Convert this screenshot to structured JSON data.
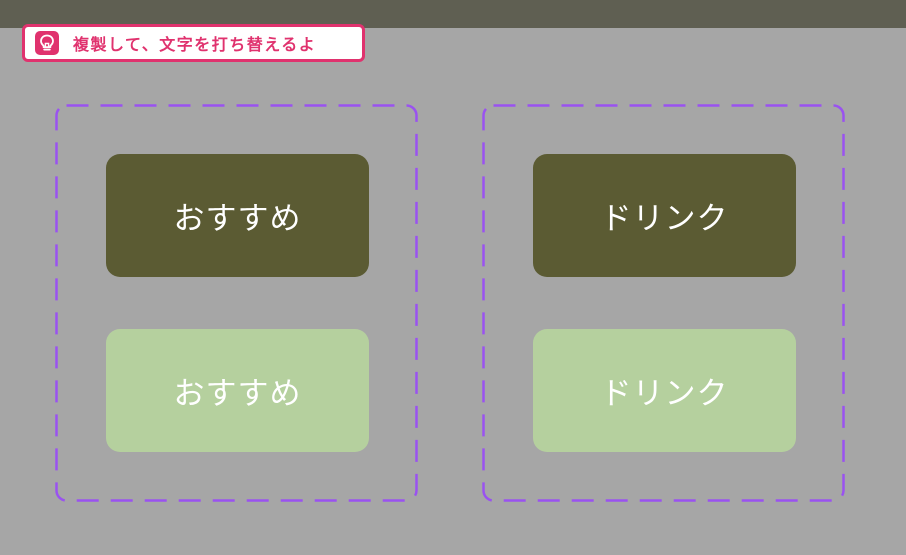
{
  "header_bar": {
    "color": "#5f5f52"
  },
  "tip": {
    "icon": "lightbulb-icon",
    "text": "複製して、文字を打ち替えるよ",
    "accent_color": "#e0326e"
  },
  "groups": [
    {
      "normal_label": "おすすめ",
      "active_label": "おすすめ"
    },
    {
      "normal_label": "ドリンク",
      "active_label": "ドリンク"
    }
  ],
  "colors": {
    "background": "#a6a6a6",
    "button_normal": "#5b5b33",
    "button_active": "#b5d09e",
    "group_border": "#9a52f0"
  }
}
